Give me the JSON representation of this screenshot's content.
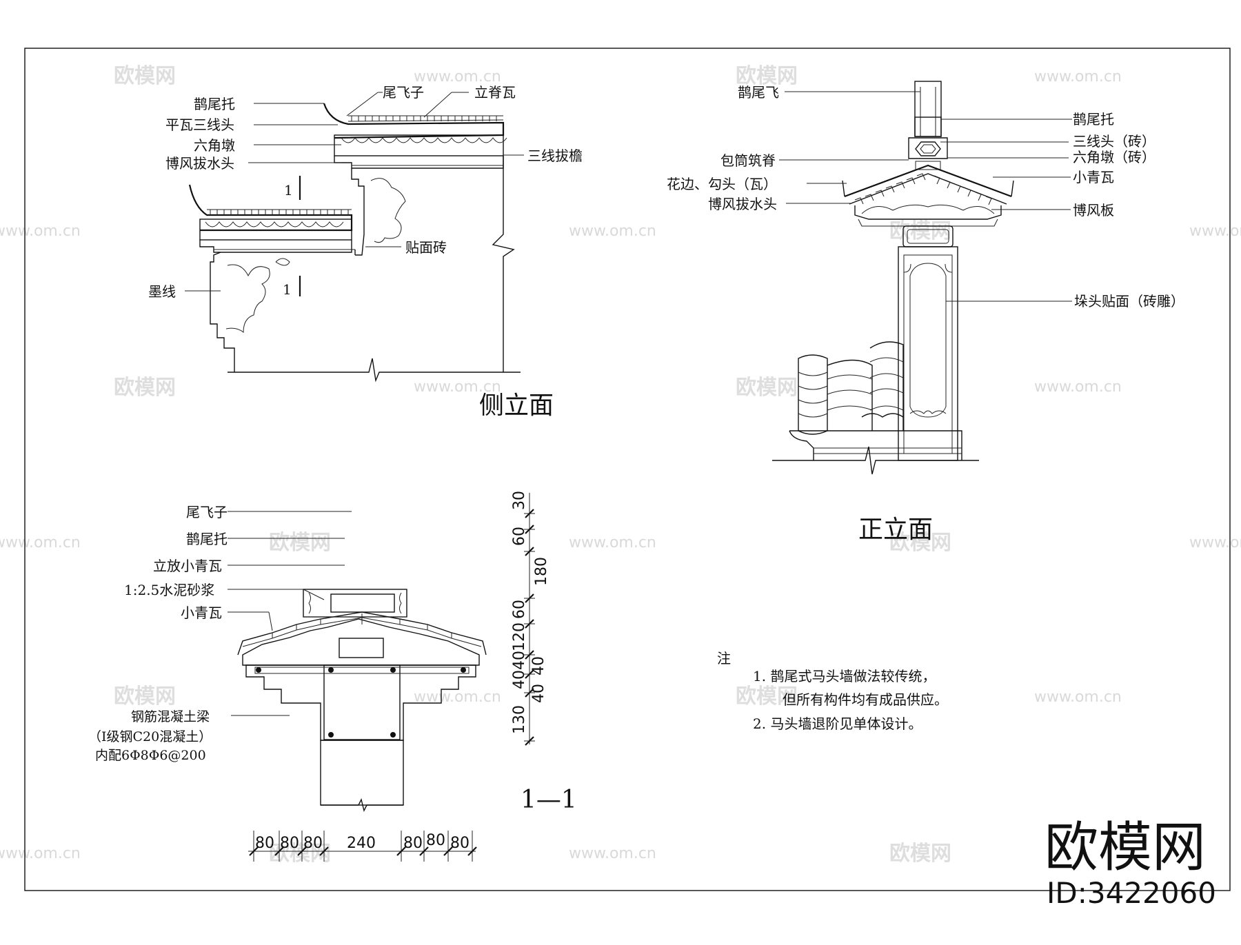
{
  "side_elevation": {
    "title": "侧立面",
    "labels": [
      "鹊尾托",
      "平瓦三线头",
      "六角墩",
      "博风拔水头",
      "墨线",
      "尾飞子",
      "立脊瓦",
      "三线拔檐",
      "贴面砖"
    ],
    "section_marks": [
      "1",
      "1"
    ]
  },
  "front_elevation": {
    "title": "正立面",
    "labels": [
      "鹊尾飞",
      "包筒筑脊",
      "花边、勾头（瓦）",
      "博风拔水头",
      "鹊尾托",
      "三线头（砖）",
      "六角墩（砖）",
      "小青瓦",
      "博风板",
      "垛头贴面（砖雕）"
    ]
  },
  "section": {
    "title": "1—1",
    "labels": [
      "尾飞子",
      "鹊尾托",
      "立放小青瓦",
      "1:2.5水泥砂浆",
      "小青瓦",
      "钢筋混凝土梁",
      "（Ⅰ级钢C20混凝土）",
      "内配6Φ8Φ6@200"
    ],
    "vertical_dims": [
      "30",
      "60",
      "180",
      "60",
      "120",
      "40",
      "40",
      "40",
      "40",
      "130"
    ],
    "horizontal_dims": [
      "80",
      "80",
      "80",
      "240",
      "80",
      "80",
      "80"
    ]
  },
  "notes": {
    "heading": "注",
    "items": [
      "1.  鹊尾式马头墙做法较传统，",
      "但所有构件均有成品供应。",
      "2.  马头墙退阶见单体设计。"
    ]
  },
  "watermark": {
    "site": "www.om.cn",
    "name": "欧模网",
    "brand": "欧模网",
    "id": "ID:3422060"
  }
}
